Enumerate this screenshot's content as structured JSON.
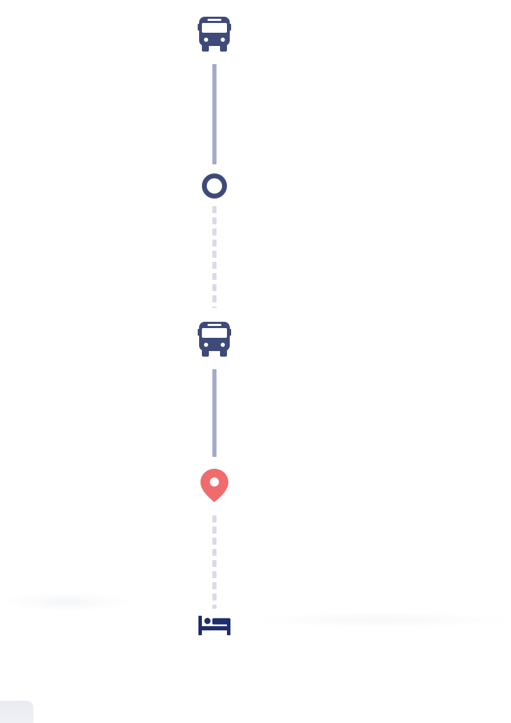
{
  "timeline": {
    "nodes": [
      {
        "name": "bus-icon-top",
        "icon": "bus-icon",
        "color": "#3d4a7a"
      },
      {
        "name": "waypoint-circle",
        "icon": "circle-outline-icon",
        "color": "#3d4a7a"
      },
      {
        "name": "bus-icon-middle",
        "icon": "bus-icon",
        "color": "#3d4a7a"
      },
      {
        "name": "location-pin",
        "icon": "map-pin-icon",
        "color": "#f06b6b"
      },
      {
        "name": "hotel-bed",
        "icon": "bed-icon",
        "color": "#1f2d6b"
      }
    ],
    "connectors": [
      {
        "style": "solid",
        "color": "#a4abc6"
      },
      {
        "style": "dashed",
        "color": "#d9dbe6"
      },
      {
        "style": "solid",
        "color": "#a4abc6"
      },
      {
        "style": "dashed",
        "color": "#d9dbe6"
      }
    ]
  }
}
